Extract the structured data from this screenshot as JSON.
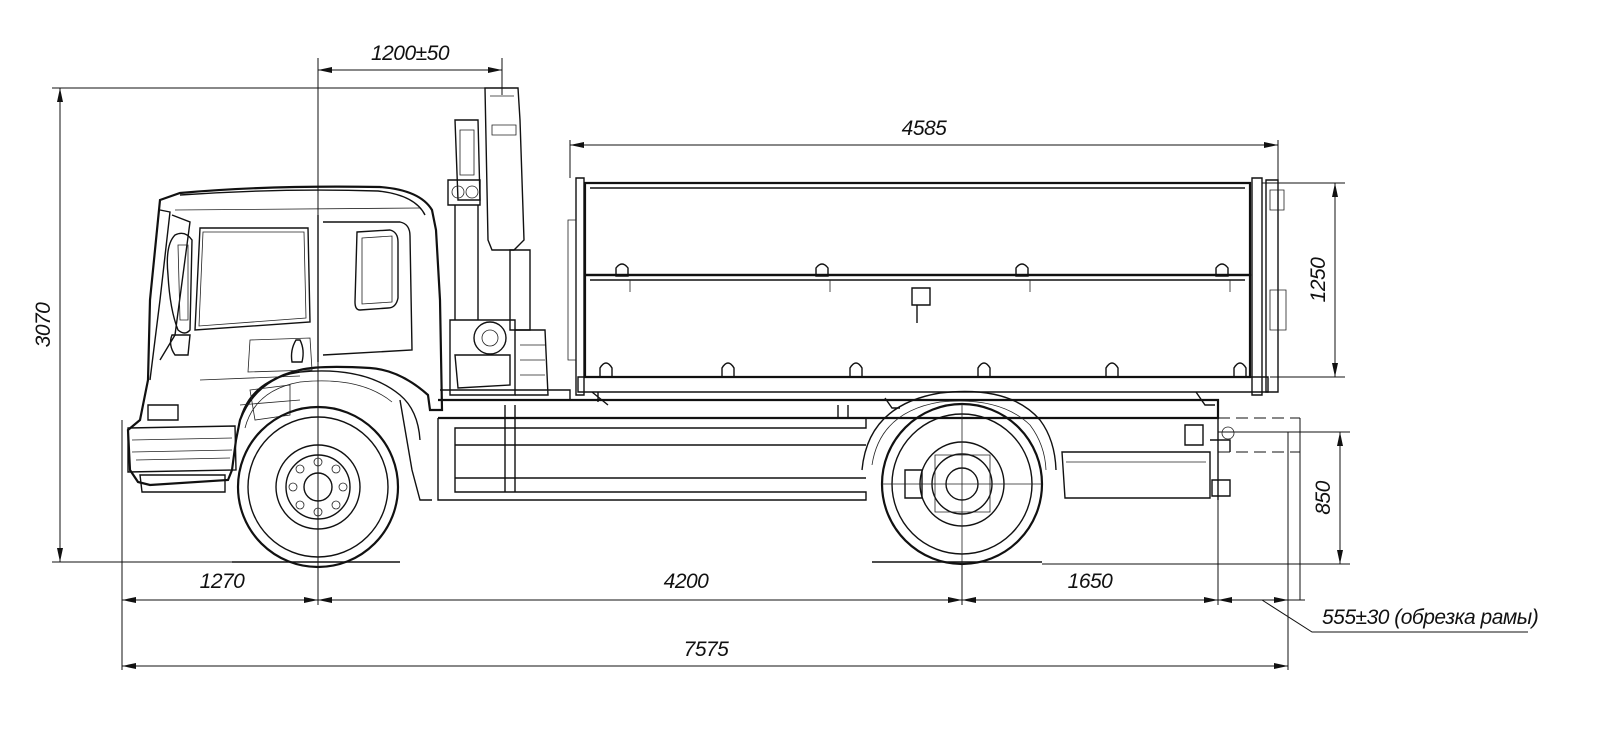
{
  "dimensions": {
    "crane_offset": "1200±50",
    "body_length": "4585",
    "total_height": "3070",
    "body_height": "1250",
    "frame_height": "850",
    "front_overhang": "1270",
    "wheelbase": "4200",
    "rear_overhang": "1650",
    "frame_cut_note": "555±30 (обрезка рамы)",
    "overall_length": "7575"
  },
  "colors": {
    "line": "#111111",
    "background": "#ffffff"
  }
}
